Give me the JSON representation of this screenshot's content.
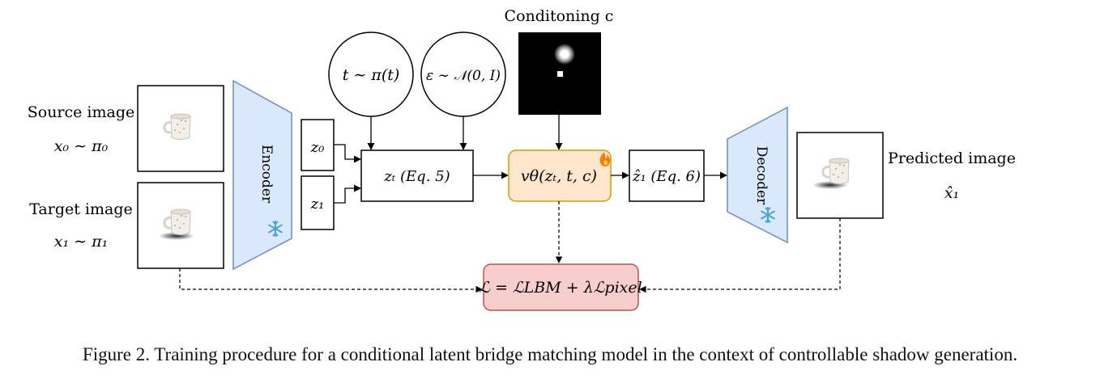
{
  "labels": {
    "source_image": "Source image",
    "source_dist": "x₀ ∼ π₀",
    "target_image": "Target image",
    "target_dist": "x₁ ∼ π₁",
    "encoder": "Encoder",
    "decoder": "Decoder",
    "z0": "z₀",
    "z1": "z₁",
    "zt_box": "zₜ (Eq. 5)",
    "t_sample": "t ∼ π(t)",
    "eps_sample": "ε ∼ 𝒩(0, I)",
    "conditioning": "Conditoning c",
    "model": "vθ(zₜ, t, c)",
    "zhat_box": "ẑ₁ (Eq. 6)",
    "predicted_image": "Predicted image",
    "predicted_symbol": "x̂₁",
    "loss": "ℒ = ℒLBM + λℒpixel"
  },
  "icons": {
    "frozen": "snowflake-icon",
    "trainable": "fire-icon"
  },
  "colors": {
    "encoder_fill": "#dae8fc",
    "encoder_stroke": "#6c8ebf",
    "model_fill": "#ffe6cc",
    "model_stroke": "#d79b00",
    "loss_fill": "#f8cecc",
    "loss_stroke": "#b85450"
  },
  "caption": "Figure 2. Training procedure for a conditional latent bridge matching model in the context of controllable shadow generation."
}
